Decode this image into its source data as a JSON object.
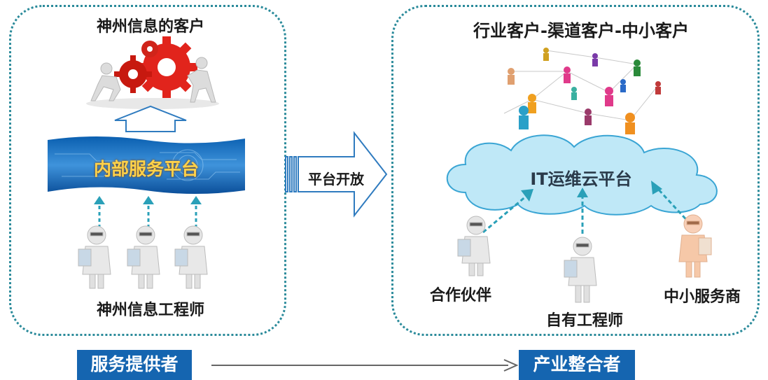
{
  "left_panel": {
    "title": "神州信息的客户",
    "banner": "内部服务平台",
    "caption": "神州信息工程师"
  },
  "center_arrow": {
    "label": "平台开放"
  },
  "right_panel": {
    "title": "行业客户-渠道客户-中小客户",
    "cloud": "IT运维云平台",
    "labels": {
      "partner": "合作伙伴",
      "own": "自有工程师",
      "sme": "中小服务商"
    }
  },
  "bottom": {
    "left_role": "服务提供者",
    "right_role": "产业整合者"
  },
  "colors": {
    "panel_border": "#2a8a9a",
    "role_box": "#1565b0",
    "banner_text": "#ffd24a",
    "cloud_fill": "#bfe8f7",
    "cloud_stroke": "#3aa5d4",
    "gear_red": "#e1241c"
  }
}
